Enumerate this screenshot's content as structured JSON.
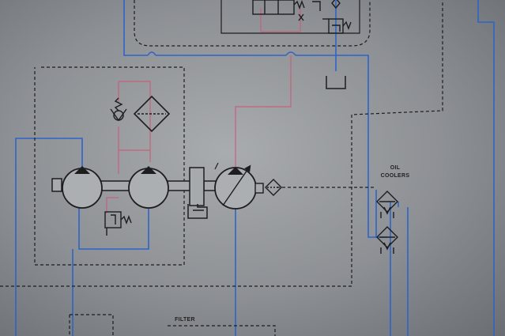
{
  "labels": {
    "oil": "OIL",
    "coolers": "COOLERS",
    "filter": "FILTER"
  },
  "colors": {
    "paper": "#a9acae",
    "ink": "#1d1d1f",
    "supply_line": "#2f63c8",
    "pilot_line": "#c7607a"
  },
  "symbols": [
    "hydraulic-pump",
    "variable-displacement-pump",
    "filter",
    "check-valve",
    "relief-valve",
    "oil-cooler",
    "reservoir",
    "gearbox"
  ]
}
